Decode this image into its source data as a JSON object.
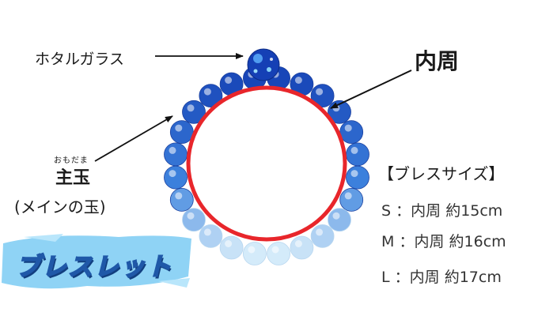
{
  "labels": {
    "hotaru_glass": "ホタルガラス",
    "inner_circumference": "内周",
    "main_bead_ruby": "おもだま",
    "main_bead": "主玉",
    "main_bead_sub": "(メインの玉)"
  },
  "size_info": {
    "title": "【ブレスサイズ】",
    "rows": [
      {
        "size": "S",
        "label": "内周",
        "value": "約15cm"
      },
      {
        "size": "M",
        "label": "内周",
        "value": "約16cm"
      },
      {
        "size": "L",
        "label": "内周",
        "value": "約17cm"
      }
    ]
  },
  "banner": {
    "text": "ブレスレット"
  },
  "colors": {
    "inner_circle": "#e8262b",
    "bead_dark": "#1846b8",
    "bead_light": "#c8e2f7",
    "banner_bg": "#8fd3f5",
    "banner_text_outline": "#1f58a8"
  }
}
